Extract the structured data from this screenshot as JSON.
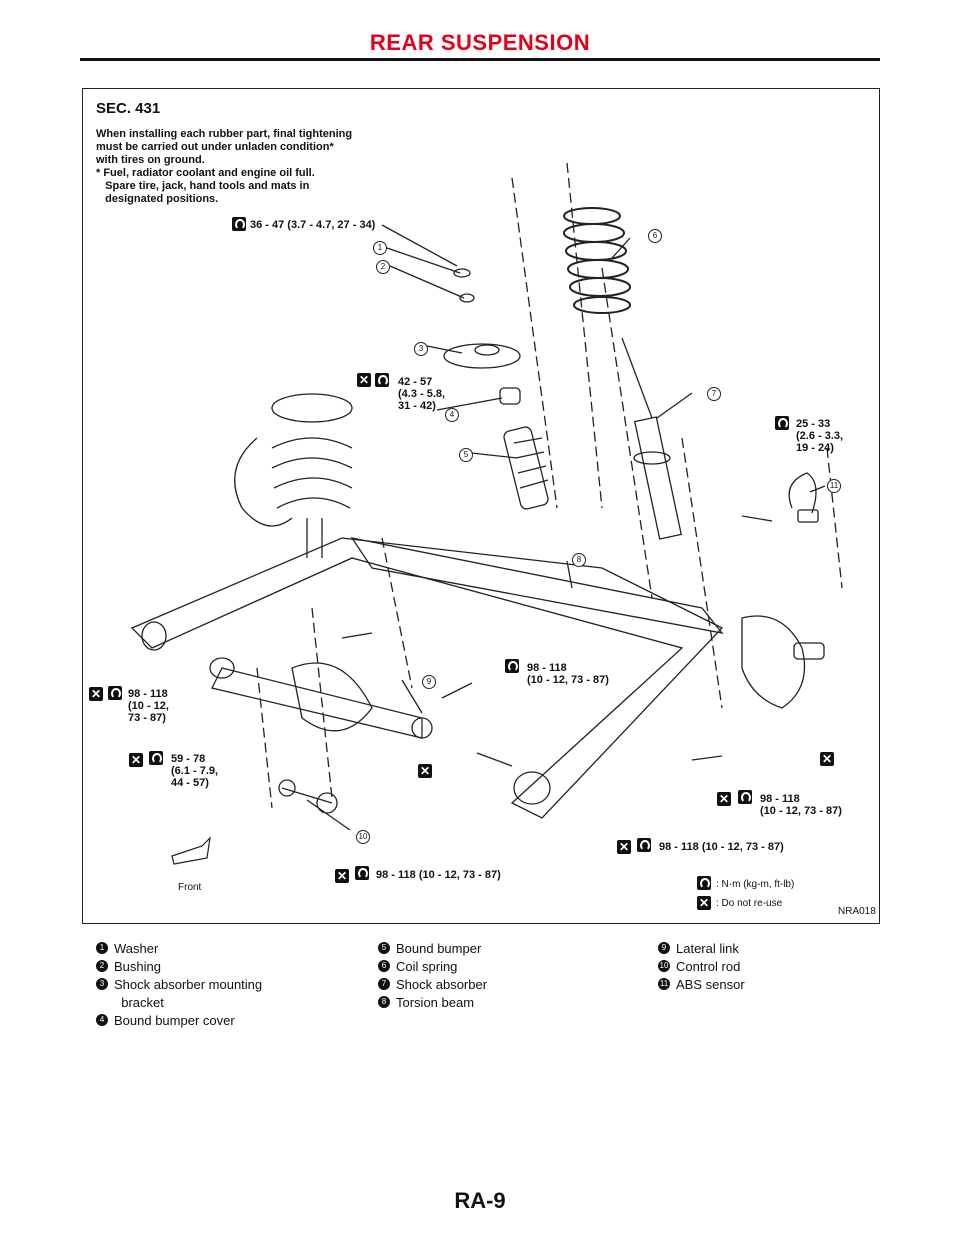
{
  "header": {
    "title": "REAR SUSPENSION"
  },
  "figure": {
    "section": "SEC. 431",
    "note": "When installing each rubber part, final tightening\nmust be carried out under unladen condition*\nwith tires on ground.\n* Fuel, radiator coolant and engine oil full.\n   Spare tire, jack, hand tools and mats in\n   designated positions.",
    "torques": {
      "t1": "36 - 47 (3.7 - 4.7, 27 - 34)",
      "t2": "42 - 57\n(4.3 - 5.8,\n31 - 42)",
      "t3": "25 - 33\n(2.6 - 3.3,\n19 - 24)",
      "t4": "98 - 118\n(10 - 12, 73 - 87)",
      "t5": "98 - 118\n(10 - 12,\n73 - 87)",
      "t6": "59 - 78\n(6.1 - 7.9,\n44 - 57)",
      "t7": "98 - 118\n(10 - 12, 73 - 87)",
      "t8": "98 - 118 (10 - 12, 73 - 87)",
      "t9": "98 - 118 (10 - 12, 73 - 87)"
    },
    "callouts": [
      "1",
      "2",
      "3",
      "4",
      "5",
      "6",
      "7",
      "8",
      "9",
      "10",
      "11"
    ],
    "front_label": "Front",
    "legend": {
      "torque": ": N·m (kg-m, ft-lb)",
      "no_reuse": ": Do not re-use"
    },
    "figure_id": "NRA018"
  },
  "parts": [
    {
      "num": "1",
      "name": "Washer"
    },
    {
      "num": "2",
      "name": "Bushing"
    },
    {
      "num": "3",
      "name": "Shock absorber mounting\n  bracket"
    },
    {
      "num": "4",
      "name": "Bound bumper cover"
    },
    {
      "num": "5",
      "name": "Bound bumper"
    },
    {
      "num": "6",
      "name": "Coil spring"
    },
    {
      "num": "7",
      "name": "Shock absorber"
    },
    {
      "num": "8",
      "name": "Torsion beam"
    },
    {
      "num": "9",
      "name": "Lateral link"
    },
    {
      "num": "10",
      "name": "Control rod"
    },
    {
      "num": "11",
      "name": "ABS sensor"
    }
  ],
  "footer": {
    "page": "RA-9"
  }
}
